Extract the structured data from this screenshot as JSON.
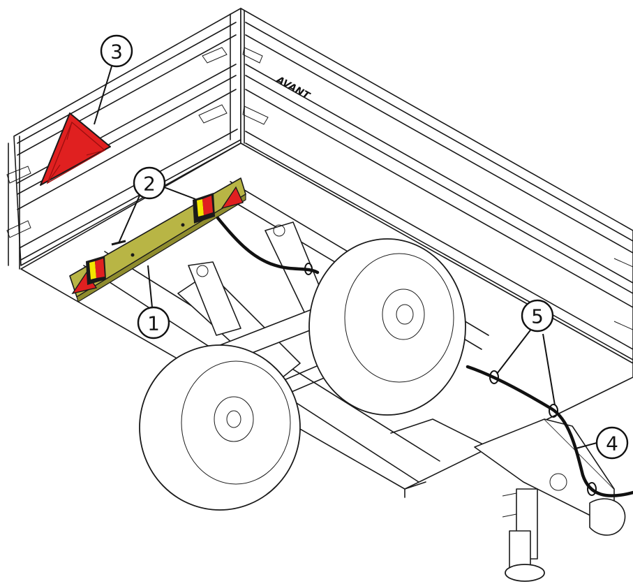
{
  "figure": {
    "brand_mark": "AVANT",
    "colors": {
      "light_bar": "#b8b545",
      "reflector_red": "#e02020",
      "lamp_yellow": "#f2e600",
      "outline": "#1a1a1a",
      "cable": "#111111"
    },
    "callouts": [
      {
        "id": "1",
        "label": "1"
      },
      {
        "id": "2",
        "label": "2"
      },
      {
        "id": "3",
        "label": "3"
      },
      {
        "id": "4",
        "label": "4"
      },
      {
        "id": "5",
        "label": "5"
      }
    ]
  }
}
